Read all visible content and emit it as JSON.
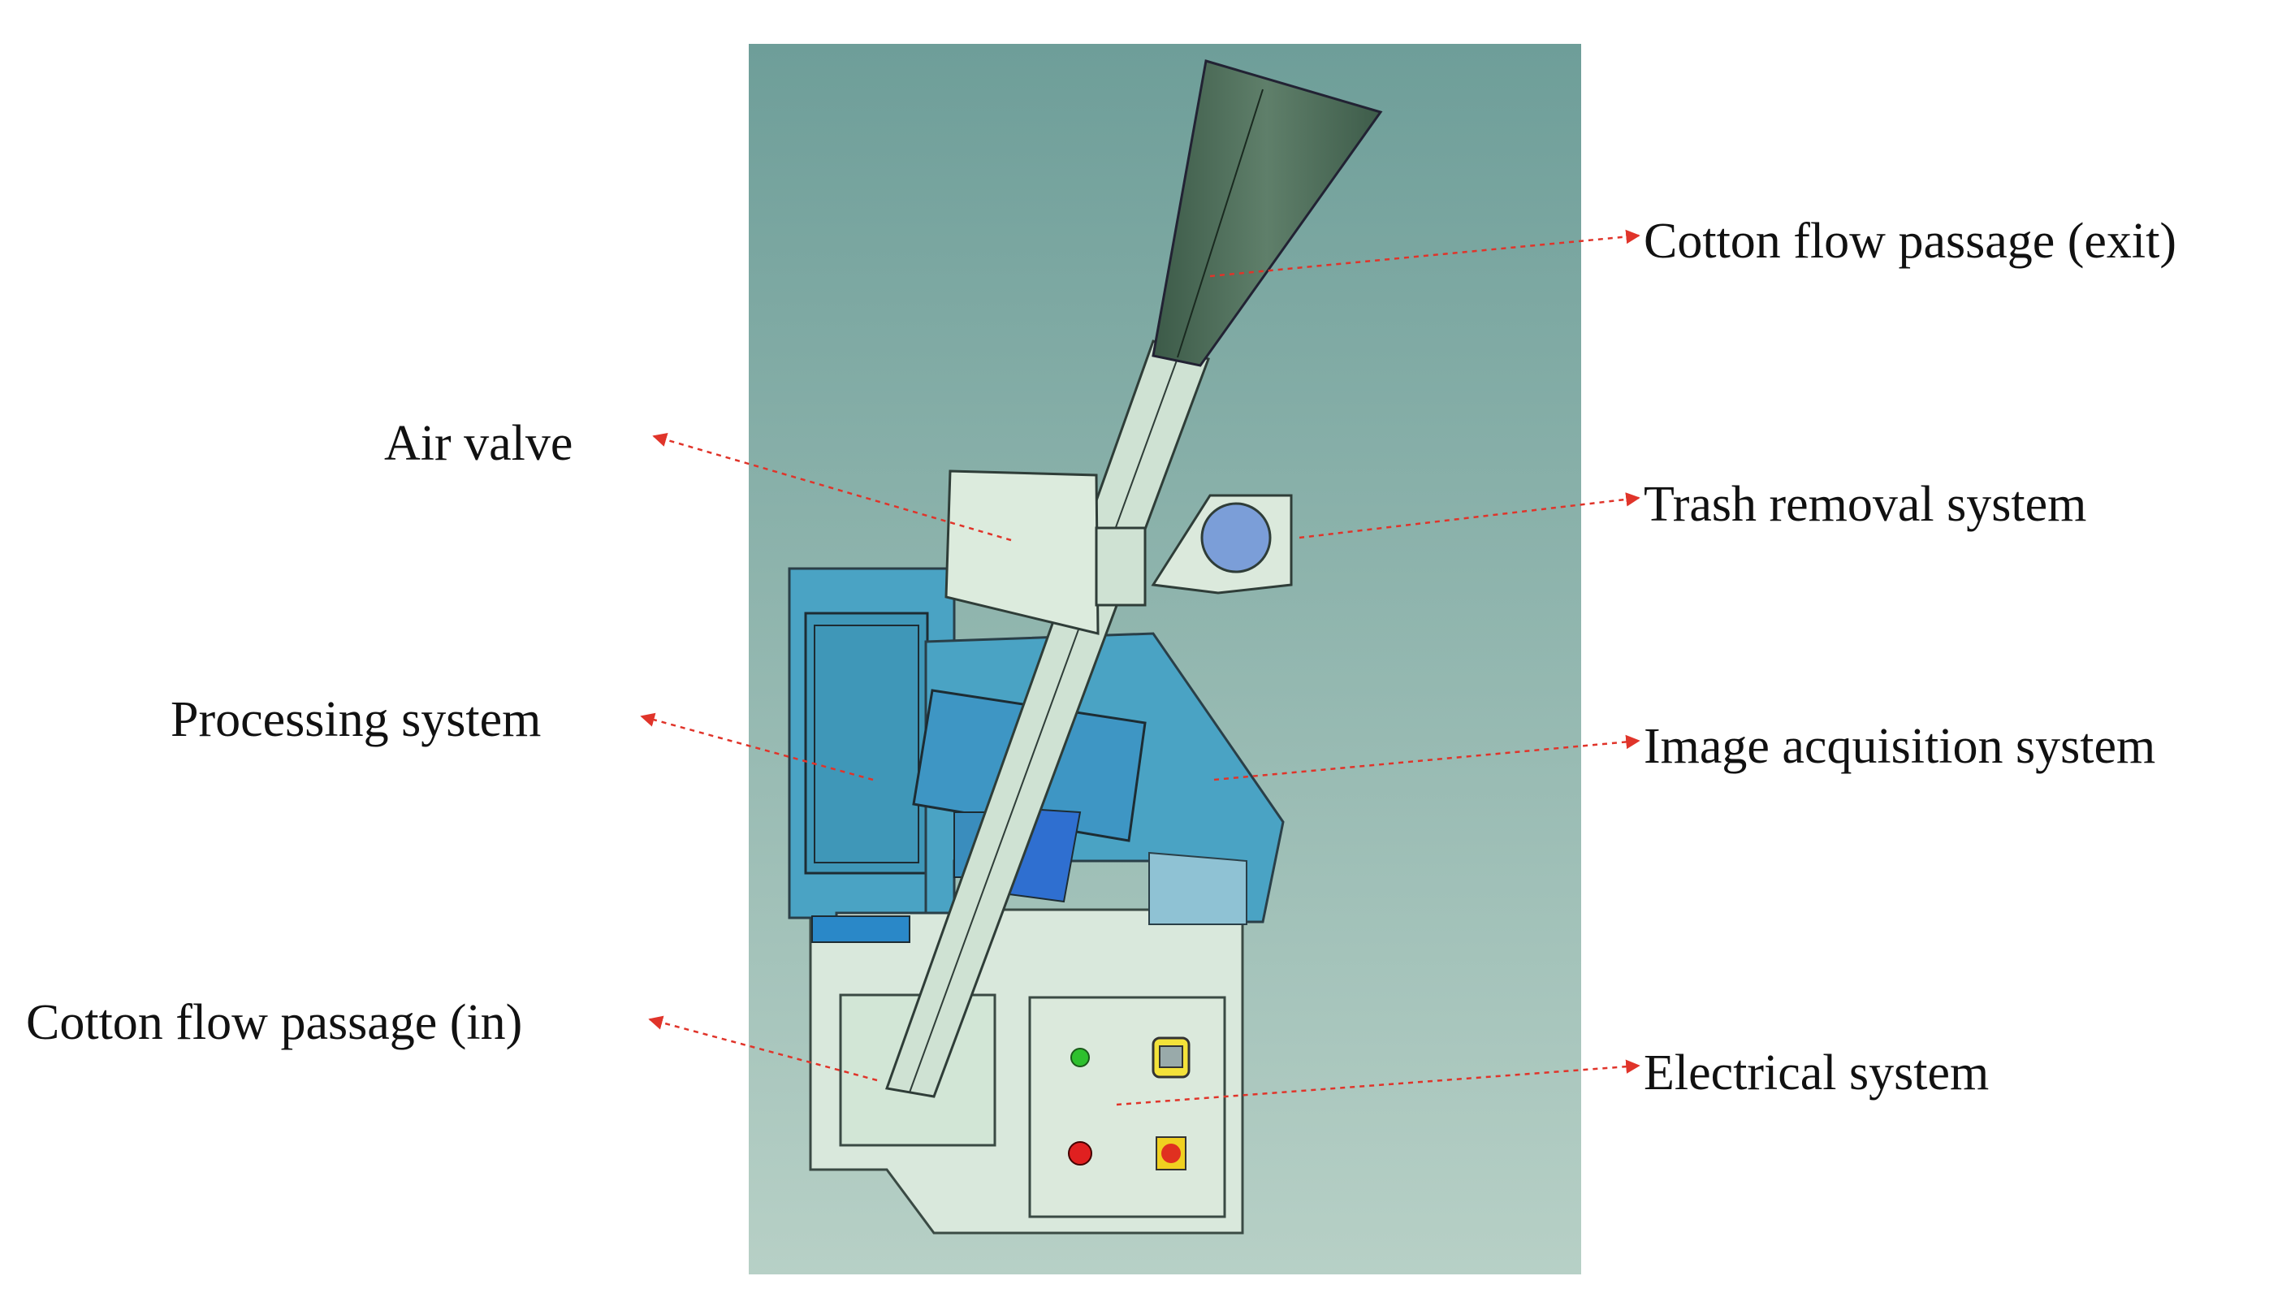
{
  "labels": {
    "cotton_exit": "Cotton flow passage (exit)",
    "air_valve": "Air valve",
    "trash_removal": "Trash removal system",
    "processing": "Processing system",
    "image_acquisition": "Image acquisition system",
    "cotton_in": "Cotton flow passage (in)",
    "electrical": "Electrical system"
  },
  "colors": {
    "background_top": "#6e9e99",
    "background_bottom": "#b7d0c6",
    "panel_blue": "#4aa3c4",
    "panel_light": "#d8e9dc",
    "leader_line": "#e0342a",
    "funnel": "#4c6a5a"
  }
}
